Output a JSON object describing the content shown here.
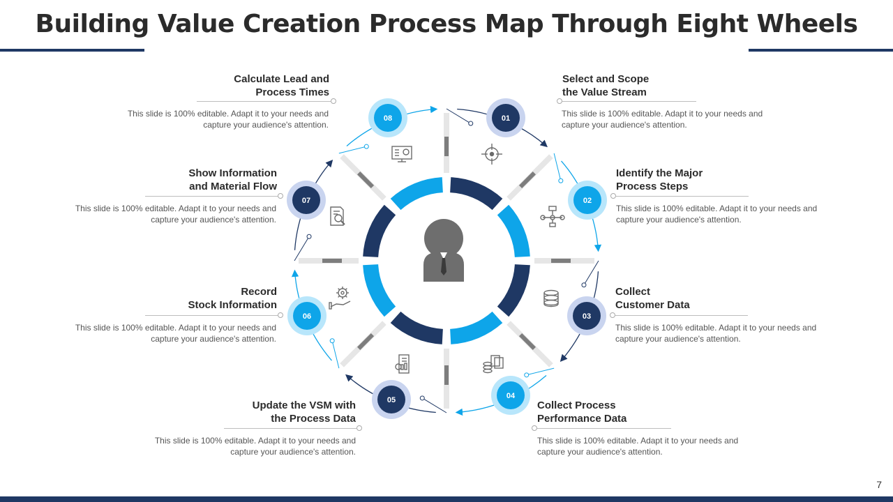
{
  "title": "Building Value Creation Process Map Through Eight Wheels",
  "page_number": "7",
  "colors": {
    "navy": "#1f3864",
    "cyan": "#0ea5e9",
    "light_ring": "#c9d4ef",
    "light_cyan_ring": "#b8e6fb"
  },
  "steps": [
    {
      "num": "01",
      "title_line1": "Select and Scope",
      "title_line2": "the Value Stream",
      "desc_line1": "This slide is 100% editable. Adapt it to your needs and",
      "desc_line2": "capture your audience's attention.",
      "icon": "target-icon"
    },
    {
      "num": "02",
      "title_line1": "Identify the Major",
      "title_line2": "Process Steps",
      "desc_line1": "This slide is 100% editable. Adapt it to your needs and",
      "desc_line2": "capture your audience's attention.",
      "icon": "flowchart-icon"
    },
    {
      "num": "03",
      "title_line1": "Collect",
      "title_line2": "Customer Data",
      "desc_line1": "This slide is 100% editable. Adapt it to your needs and",
      "desc_line2": "capture your audience's attention.",
      "icon": "database-icon"
    },
    {
      "num": "04",
      "title_line1": "Collect Process",
      "title_line2": "Performance Data",
      "desc_line1": "This slide is 100% editable. Adapt it to your needs and",
      "desc_line2": "capture your audience's attention.",
      "icon": "data-stack-icon"
    },
    {
      "num": "05",
      "title_line1": "Update the VSM with",
      "title_line2": "the Process Data",
      "desc_line1": "This slide is 100% editable. Adapt it to your needs and",
      "desc_line2": "capture your audience's attention.",
      "icon": "report-icon"
    },
    {
      "num": "06",
      "title_line1": "Record",
      "title_line2": "Stock Information",
      "desc_line1": "This slide is 100% editable. Adapt it to your needs and",
      "desc_line2": "capture your audience's attention.",
      "icon": "gear-hand-icon"
    },
    {
      "num": "07",
      "title_line1": "Show Information",
      "title_line2": "and Material Flow",
      "desc_line1": "This slide is 100% editable. Adapt it to your needs and",
      "desc_line2": "capture your audience's attention.",
      "icon": "document-search-icon"
    },
    {
      "num": "08",
      "title_line1": "Calculate Lead and",
      "title_line2": "Process Times",
      "desc_line1": "This slide is 100% editable. Adapt it to your needs and",
      "desc_line2": "capture your audience's attention.",
      "icon": "monitor-chart-icon"
    }
  ],
  "center_icon": "person-icon"
}
